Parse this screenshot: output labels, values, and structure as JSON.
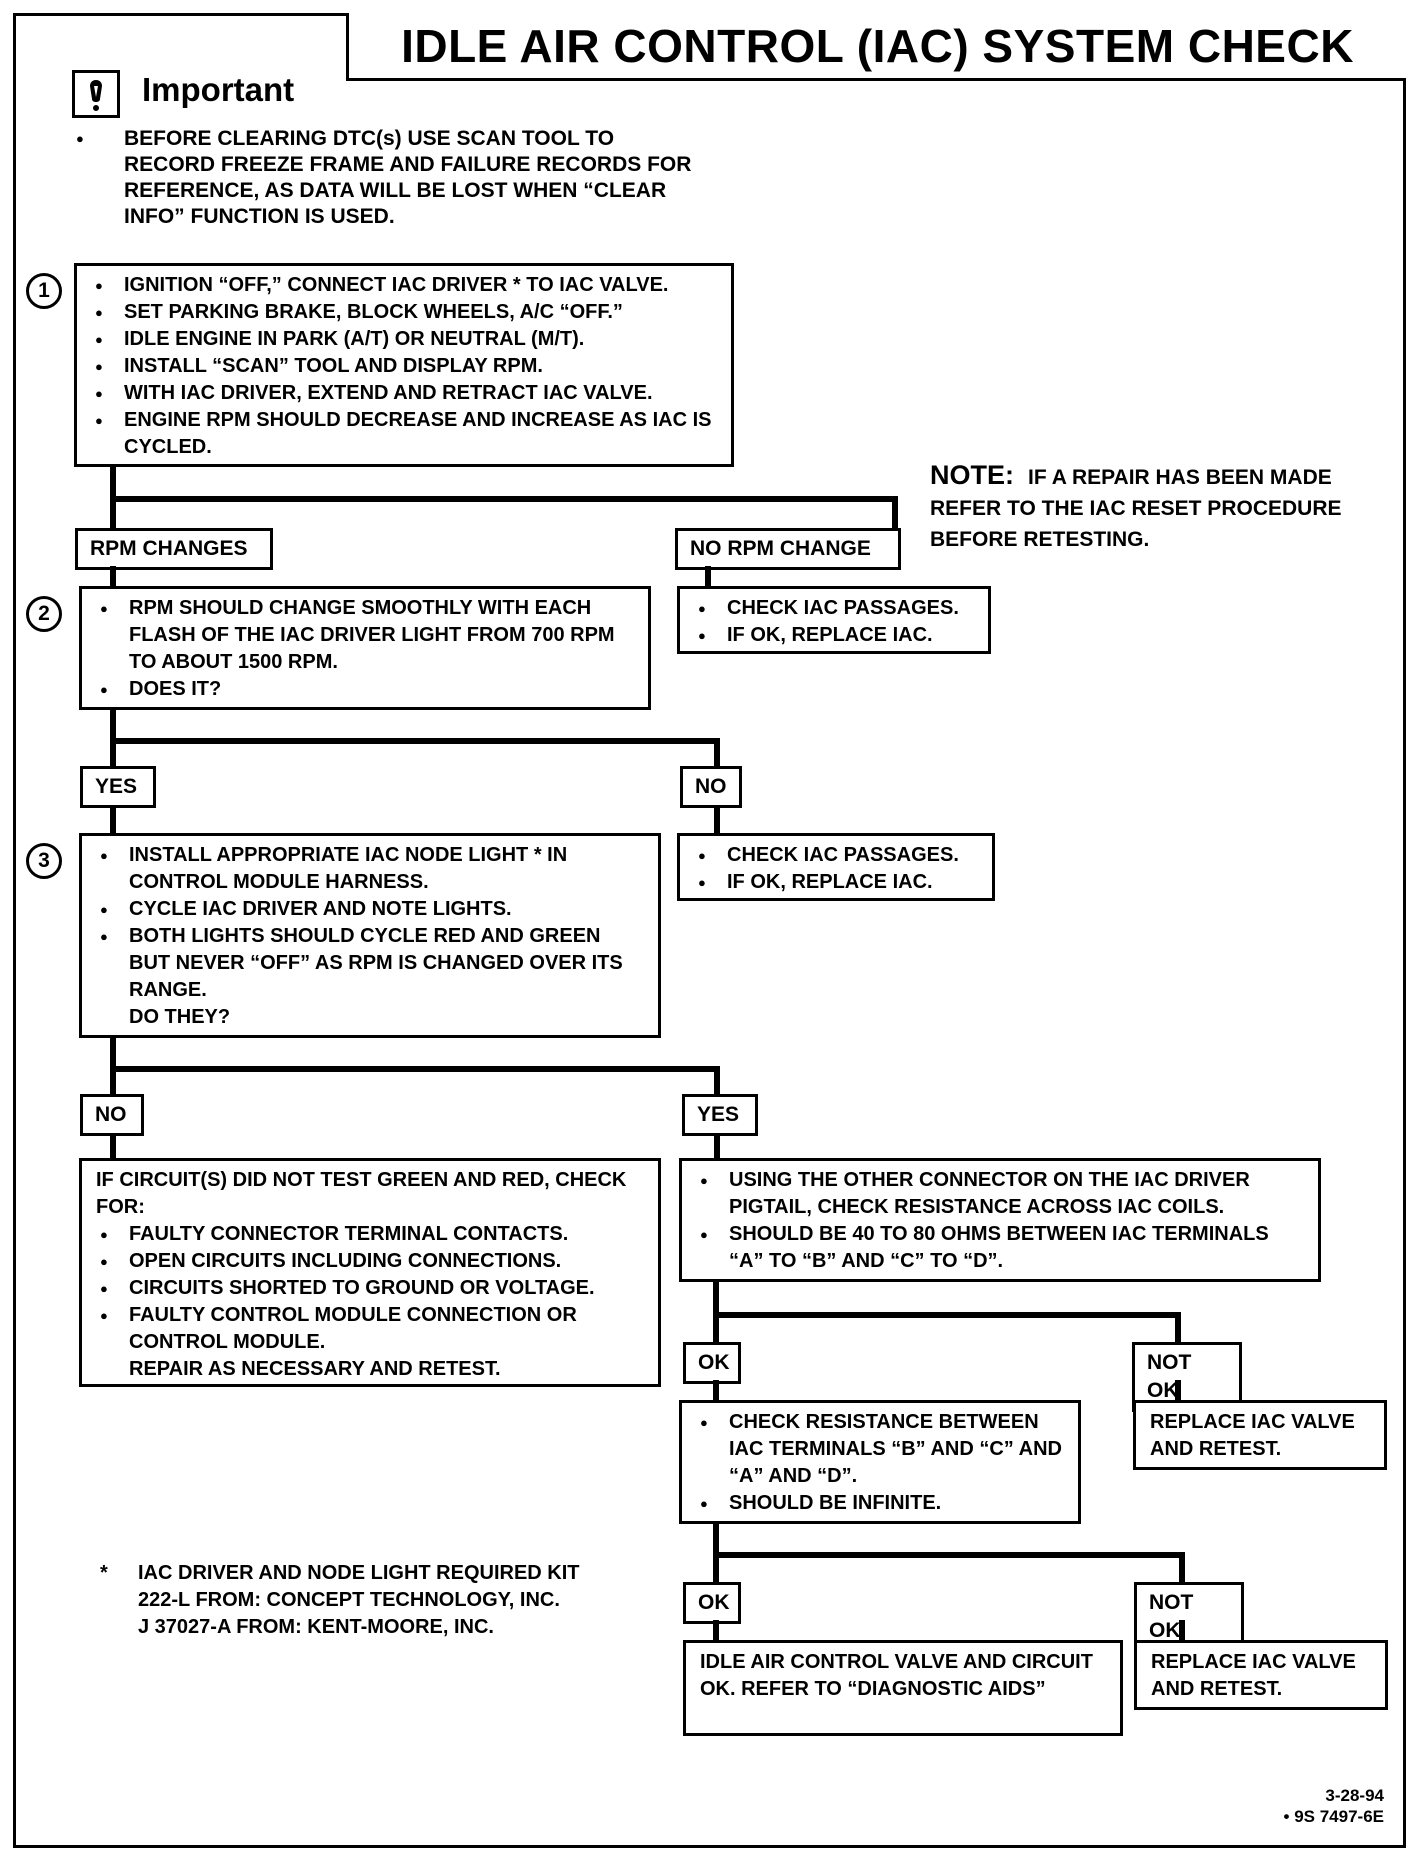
{
  "title": "IDLE AIR CONTROL (IAC) SYSTEM CHECK",
  "important": {
    "label": "Important",
    "icon": "caution-icon",
    "items": [
      "BEFORE CLEARING DTC(s) USE SCAN TOOL TO RECORD FREEZE FRAME AND FAILURE RECORDS FOR REFERENCE, AS DATA WILL BE LOST WHEN “CLEAR INFO” FUNCTION IS USED."
    ]
  },
  "note": {
    "label": "NOTE:",
    "text": "IF A REPAIR HAS BEEN MADE REFER TO THE IAC RESET PROCEDURE BEFORE RETESTING."
  },
  "step1": {
    "number": "1",
    "items": [
      "IGNITION “OFF,” CONNECT IAC DRIVER * TO IAC VALVE.",
      "SET PARKING BRAKE, BLOCK WHEELS, A/C “OFF.”",
      "IDLE ENGINE IN PARK (A/T) OR NEUTRAL (M/T).",
      "INSTALL “SCAN” TOOL AND DISPLAY RPM.",
      "WITH IAC DRIVER, EXTEND AND RETRACT IAC VALVE.",
      "ENGINE RPM SHOULD DECREASE AND INCREASE AS IAC IS CYCLED."
    ]
  },
  "branch1": {
    "left": "RPM CHANGES",
    "right": "NO RPM CHANGE"
  },
  "step2": {
    "number": "2",
    "items": [
      "RPM SHOULD CHANGE SMOOTHLY WITH EACH FLASH OF THE IAC DRIVER LIGHT FROM 700 RPM TO ABOUT 1500 RPM.",
      "DOES IT?"
    ]
  },
  "no_rpm_change_box": {
    "items": [
      "CHECK IAC PASSAGES.",
      "IF OK, REPLACE IAC."
    ]
  },
  "branch2": {
    "left": "YES",
    "right": "NO"
  },
  "step3": {
    "number": "3",
    "items": [
      "INSTALL APPROPRIATE IAC NODE LIGHT * IN CONTROL MODULE HARNESS.",
      "CYCLE IAC DRIVER AND NOTE LIGHTS.",
      "BOTH LIGHTS SHOULD CYCLE RED AND GREEN BUT NEVER “OFF” AS RPM IS CHANGED OVER ITS RANGE."
    ],
    "question": "DO THEY?"
  },
  "step2_no_box": {
    "items": [
      "CHECK IAC PASSAGES.",
      "IF OK, REPLACE IAC."
    ]
  },
  "branch3": {
    "left": "NO",
    "right": "YES"
  },
  "step3_no_box": {
    "intro": "IF CIRCUIT(S) DID NOT TEST GREEN AND RED, CHECK FOR:",
    "items": [
      "FAULTY CONNECTOR TERMINAL CONTACTS.",
      "OPEN CIRCUITS INCLUDING CONNECTIONS.",
      "CIRCUITS SHORTED TO GROUND OR VOLTAGE.",
      "FAULTY CONTROL MODULE CONNECTION OR CONTROL MODULE."
    ],
    "outro": "REPAIR AS NECESSARY AND RETEST."
  },
  "step3_yes_box": {
    "items": [
      "USING THE OTHER CONNECTOR ON THE IAC DRIVER PIGTAIL, CHECK RESISTANCE ACROSS IAC COILS.",
      "SHOULD BE 40 TO 80 OHMS BETWEEN IAC TERMINALS “A” TO “B” AND “C” TO “D”."
    ]
  },
  "branch4": {
    "left": "OK",
    "right": "NOT OK"
  },
  "resistance_box": {
    "items": [
      "CHECK RESISTANCE BETWEEN IAC TERMINALS “B” AND “C” AND “A” AND “D”.",
      "SHOULD BE INFINITE."
    ]
  },
  "replace_box_1": {
    "text": "REPLACE IAC VALVE AND RETEST."
  },
  "branch5": {
    "left": "OK",
    "right": "NOT OK"
  },
  "final_ok_box": {
    "text": "IDLE AIR CONTROL VALVE AND CIRCUIT OK.  REFER TO “DIAGNOSTIC AIDS”"
  },
  "replace_box_2": {
    "text": "REPLACE IAC VALVE AND RETEST."
  },
  "footnote": {
    "mark": "*",
    "lines": [
      "IAC DRIVER AND NODE LIGHT REQUIRED KIT",
      "222-L FROM:  CONCEPT TECHNOLOGY, INC.",
      "J 37027-A FROM:  KENT-MOORE, INC."
    ]
  },
  "doc_code": {
    "date": "3-28-94",
    "number": "• 9S 7497-6E"
  }
}
